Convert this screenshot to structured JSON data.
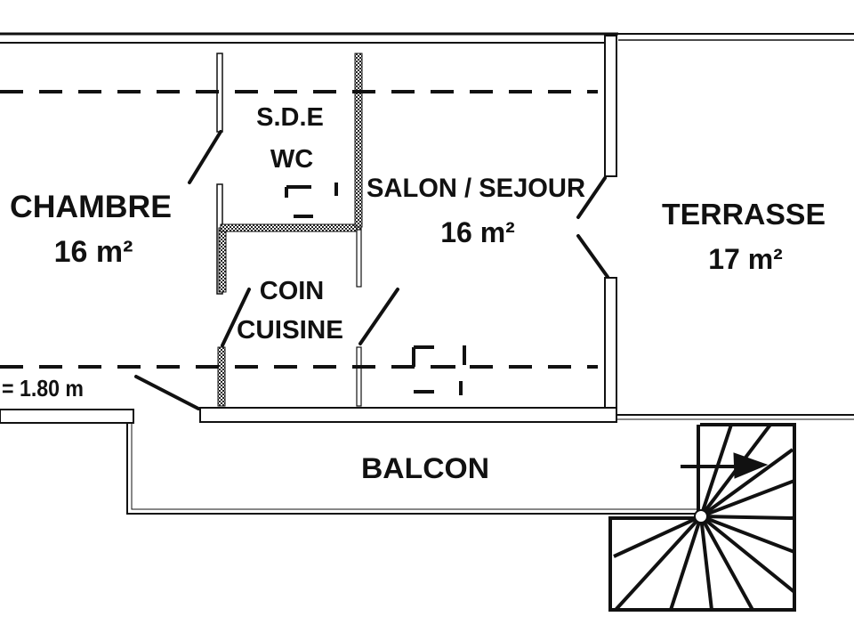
{
  "rooms": {
    "chambre": {
      "name": "CHAMBRE",
      "area": "16 m²"
    },
    "sde": {
      "name": "S.D.E",
      "sub": "WC"
    },
    "salon": {
      "name": "SALON / SEJOUR",
      "area": "16 m²"
    },
    "terrasse": {
      "name": "TERRASSE",
      "area": "17 m²"
    },
    "cuisine": {
      "name": "COIN",
      "sub": "CUISINE"
    },
    "balcon": {
      "name": "BALCON"
    }
  },
  "height_note": "= 1.80 m",
  "colors": {
    "ink": "#111111",
    "paper": "#ffffff"
  }
}
